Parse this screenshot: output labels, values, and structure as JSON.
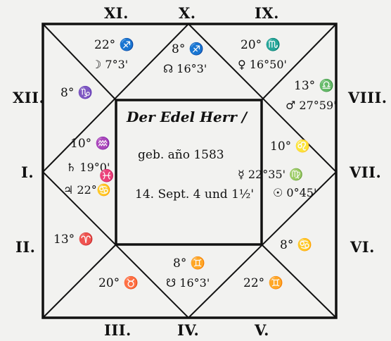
{
  "chart_title": "Der Edel Herr /",
  "birth_line_1": "geb. año 1583",
  "birth_line_2": "14. Sept. 4 und 1½'",
  "house_numbers": {
    "h1": "I.",
    "h2": "II.",
    "h3": "III.",
    "h4": "IV.",
    "h5": "V.",
    "h6": "VI.",
    "h7": "VII.",
    "h8": "VIII.",
    "h9": "IX.",
    "h10": "X.",
    "h11": "XI.",
    "h12": "XII."
  },
  "houses": {
    "h1": {
      "cusp": "10° ♒",
      "planets": [
        "♄ 19°0'",
        "♃ 22°♋"
      ]
    },
    "h2": {
      "cusp": "13° ♈",
      "planets": []
    },
    "h3": {
      "cusp": "20° ♉",
      "planets": []
    },
    "h4": {
      "cusp": "8° ♊",
      "planets": [
        "☋ 16°3'"
      ]
    },
    "h5": {
      "cusp": "22° ♊",
      "planets": []
    },
    "h6": {
      "cusp": "8° ♋",
      "planets": []
    },
    "h7": {
      "cusp": "10° ♌",
      "planets": [
        "☿ 22°35' ♍",
        "☉ 0°45'"
      ]
    },
    "h8": {
      "cusp": "13° ♎",
      "planets": [
        "♂ 27°59'"
      ]
    },
    "h9": {
      "cusp": "20° ♏",
      "planets": [
        "♀ 16°50'"
      ]
    },
    "h10": {
      "cusp": "8° ♐",
      "planets": [
        "☊ 16°3'"
      ]
    },
    "h11": {
      "cusp": "22° ♐",
      "planets": [
        "☽ 7°3'"
      ]
    },
    "h12": {
      "cusp": "8° ♑",
      "planets": []
    }
  },
  "inner_labels": {
    "pisces_intercept": "♓"
  }
}
